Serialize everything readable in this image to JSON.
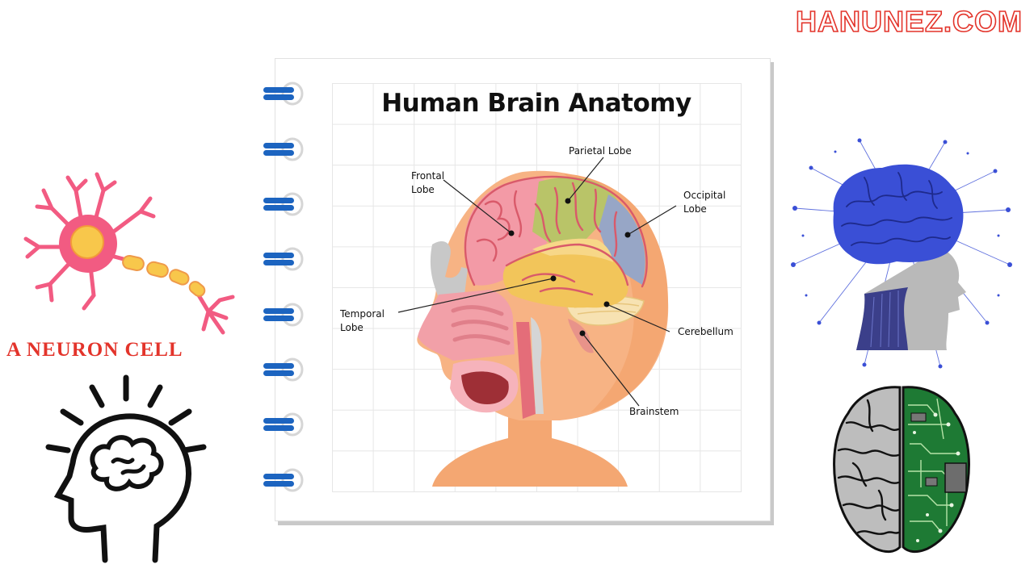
{
  "brand": {
    "text": "HANUNEZ.COM"
  },
  "neuron": {
    "label": "A NEURON CELL"
  },
  "diagram": {
    "title": "Human Brain Anatomy",
    "labels": {
      "frontal": "Frontal\nLobe",
      "parietal": "Parietal Lobe",
      "occipital": "Occipital\nLobe",
      "temporal": "Temporal\nLobe",
      "cerebellum": "Cerebellum",
      "brainstem": "Brainstem"
    }
  },
  "icons": {
    "neuron": "neuron-cell-icon",
    "head_outline": "head-brain-outline-icon",
    "digital_head": "digital-brain-head-icon",
    "circuit_brain": "circuit-brain-icon",
    "binder_ring": "binder-ring-icon"
  },
  "colors": {
    "brand": "#e3342b",
    "neuron_pink": "#f25b82",
    "neuron_yellow": "#f8c74b",
    "skin": "#f4a772",
    "frontal": "#f39aa6",
    "parietal": "#b9c468",
    "occipital": "#97a6c6",
    "temporal": "#f2c55a",
    "digital_blue": "#3a4fd6",
    "circuit_green": "#1e7a34",
    "ring_blue": "#1c64c0"
  }
}
